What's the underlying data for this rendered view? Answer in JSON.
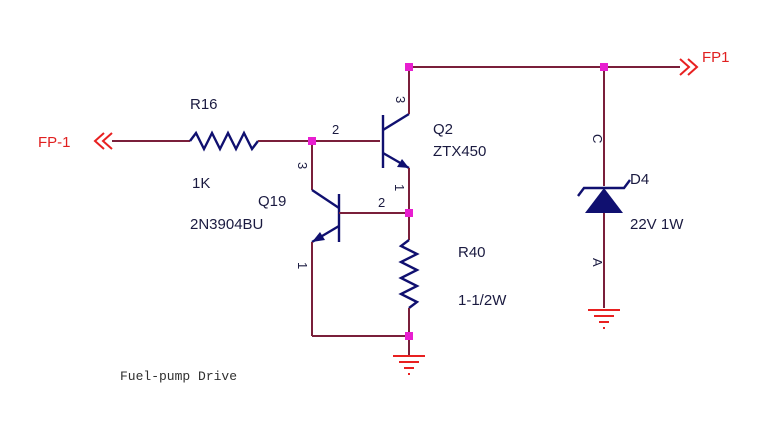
{
  "diagram": {
    "caption": "Fuel-pump Drive",
    "nets": {
      "input": "FP-1",
      "output": "FP1"
    },
    "components": {
      "r16": {
        "ref": "R16",
        "value": "1K"
      },
      "q2": {
        "ref": "Q2",
        "value": "ZTX450",
        "pins": {
          "base": "2",
          "collector": "3",
          "emitter": "1"
        }
      },
      "q19": {
        "ref": "Q19",
        "value": "2N3904BU",
        "pins": {
          "base": "2",
          "collector": "3",
          "emitter": "1"
        }
      },
      "r40": {
        "ref": "R40",
        "value": "1-1/2W"
      },
      "d4": {
        "ref": "D4",
        "value": "22V 1W",
        "pins": {
          "cathode": "C",
          "anode": "A"
        }
      }
    }
  }
}
